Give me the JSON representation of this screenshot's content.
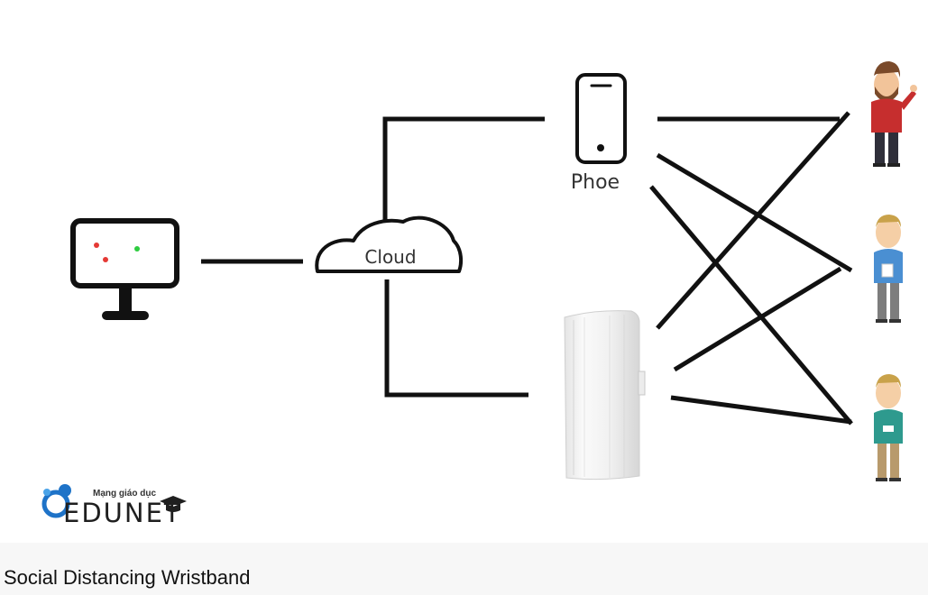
{
  "diagram": {
    "cloud_label": "Cloud",
    "phone_label": "Phoe"
  },
  "logo": {
    "tagline": "Mạng giáo dục",
    "name": "EDUNET"
  },
  "video": {
    "title": "Social Distancing Wristband"
  },
  "colors": {
    "line": "#111111",
    "dot_red": "#e53935",
    "dot_green": "#2ecc40",
    "logo_blue": "#1e73c8"
  }
}
